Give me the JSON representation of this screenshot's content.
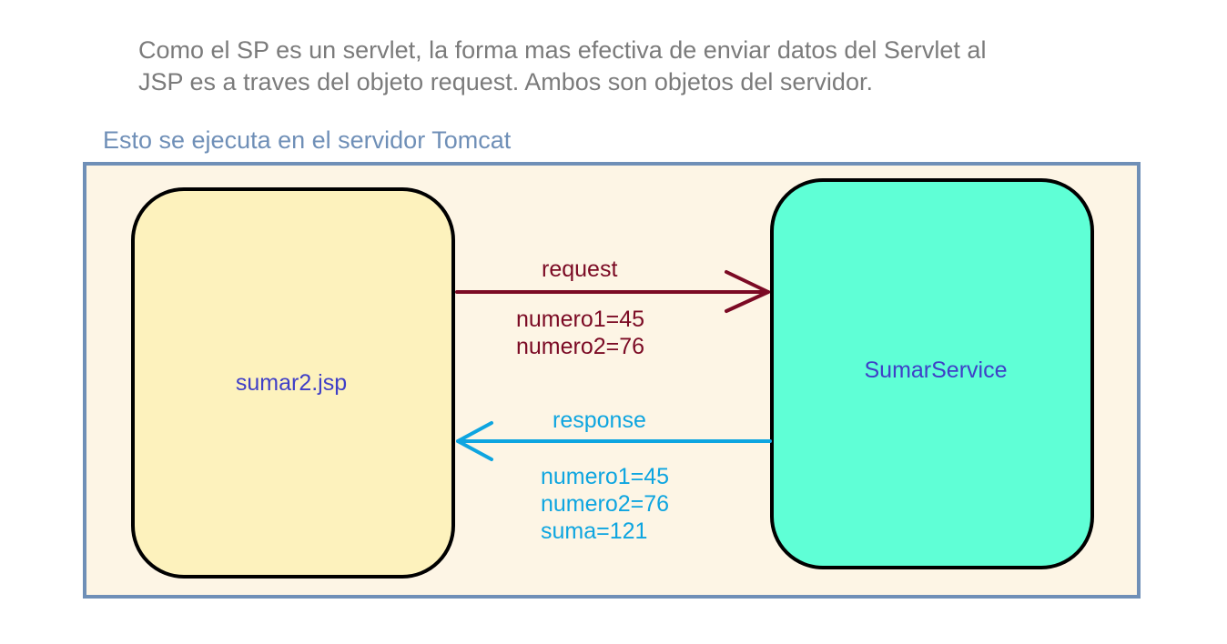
{
  "intro": {
    "line1": "Como el SP es un servlet, la forma mas efectiva de enviar datos del Servlet al",
    "line2": "JSP es a traves del objeto request. Ambos son objetos del servidor."
  },
  "server": {
    "caption": "Esto se ejecuta en el servidor Tomcat"
  },
  "nodes": {
    "jsp": "sumar2.jsp",
    "servlet": "SumarService"
  },
  "request": {
    "label": "request",
    "params": [
      "numero1=45",
      "numero2=76"
    ]
  },
  "response": {
    "label": "response",
    "params": [
      "numero1=45",
      "numero2=76",
      "suma=121"
    ]
  },
  "colors": {
    "request": "#7b0a24",
    "response": "#0ea5e0",
    "frame": "#6f8fb7",
    "jsp_fill": "#fdf2bd",
    "servlet_fill": "#5fffd6",
    "frame_fill": "#fdf5e5"
  }
}
